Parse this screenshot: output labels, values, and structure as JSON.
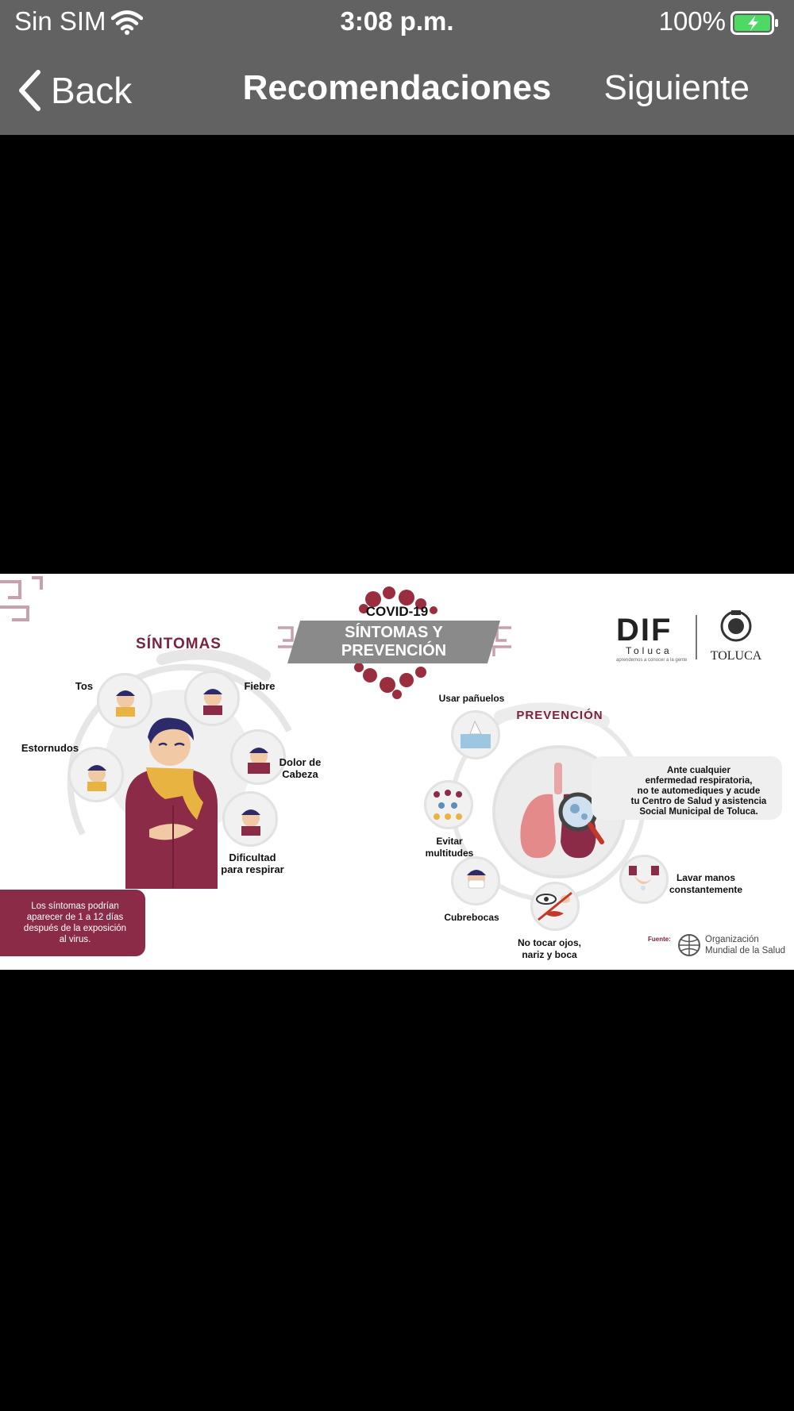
{
  "status_bar": {
    "carrier": "Sin SIM",
    "time": "3:08 p.m.",
    "battery": "100%"
  },
  "nav": {
    "back_label": "Back",
    "title": "Recomendaciones",
    "next_label": "Siguiente"
  },
  "poster": {
    "covid": "COVID-19",
    "title_line1": "SÍNTOMAS Y",
    "title_line2": "PREVENCIÓN",
    "sintomas_heading": "SÍNTOMAS",
    "prevencion_heading": "PREVENCIÓN",
    "symptoms": {
      "tos": "Tos",
      "fiebre": "Fiebre",
      "estornudos": "Estornudos",
      "dolor_1": "Dolor de",
      "dolor_2": "Cabeza",
      "dificultad_1": "Dificultad",
      "dificultad_2": "para respirar"
    },
    "symptoms_note": [
      "Los síntomas podrían",
      "aparecer de 1 a 12 días",
      "después de la exposición",
      "al virus."
    ],
    "prevention": {
      "panuelos": "Usar pañuelos",
      "multitudes_1": "Evitar",
      "multitudes_2": "multitudes",
      "cubrebocas": "Cubrebocas",
      "no_tocar_1": "No tocar ojos,",
      "no_tocar_2": "nariz y boca",
      "lavar_1": "Lavar manos",
      "lavar_2": "constantemente"
    },
    "advice": [
      "Ante cualquier",
      "enfermedad respiratoria,",
      "no te automediques y acude",
      "tu Centro de Salud y asistencia",
      "Social Municipal de Toluca."
    ],
    "dif": {
      "name": "DIF",
      "sub": "Toluca",
      "tagline": "aprendemos a conocer a la gente"
    },
    "city": "TOLUCA",
    "source_label": "Fuente:",
    "oms_1": "Organización",
    "oms_2": "Mundial de la Salud"
  },
  "colors": {
    "bar": "#626262",
    "maroon": "#8b2b47",
    "gold": "#e8b341",
    "gray_band": "#8a8a8a"
  },
  "icons": [
    "wifi-icon",
    "battery-charging-icon",
    "chevron-left-icon",
    "virus-icon",
    "lungs-icon",
    "magnifier-icon",
    "tissue-box-icon",
    "crowd-icon",
    "mask-icon",
    "eye-crossed-icon",
    "hands-washing-icon",
    "who-logo-icon",
    "toluca-seal-icon"
  ]
}
